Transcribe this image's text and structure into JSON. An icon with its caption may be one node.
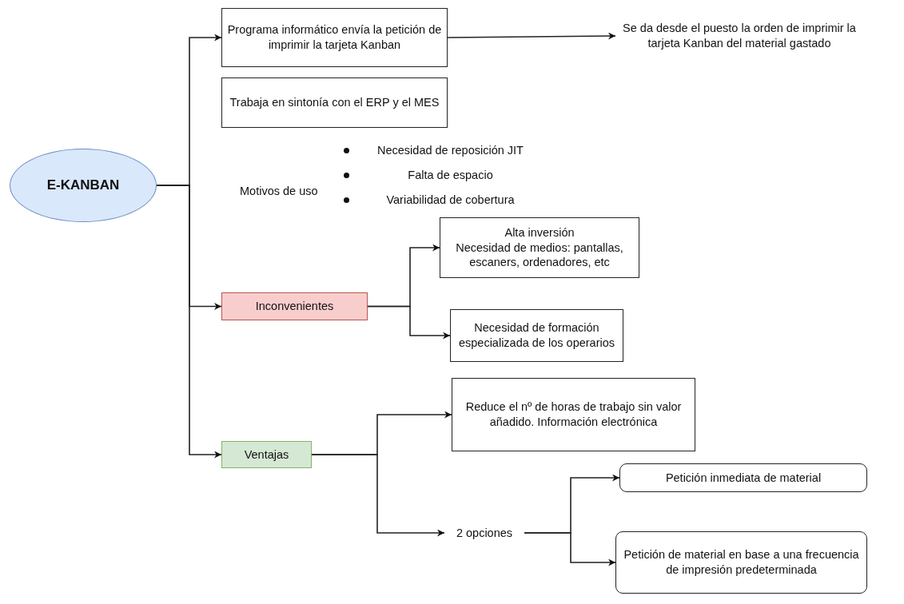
{
  "diagram": {
    "nodes": [
      {
        "text": [
          "E-KANBAN"
        ]
      },
      {
        "text": [
          "Programa informático envía la petición de imprimir la tarjeta Kanban"
        ]
      },
      {
        "text": [
          "Se da desde el puesto la orden de imprimir la tarjeta Kanban del material gastado"
        ]
      },
      {
        "text": [
          "Trabaja en sintonía con el ERP y el MES"
        ]
      },
      {
        "text": [
          "Inconvenientes"
        ]
      },
      {
        "text": [
          "Alta inversión",
          "Necesidad de medios: pantallas, escaners, ordenadores, etc"
        ]
      },
      {
        "text": [
          "Necesidad de formación especializada de los operarios"
        ]
      },
      {
        "text": [
          "Ventajas"
        ]
      },
      {
        "text": [
          "Reduce el nº de horas de trabajo sin valor añadido. Información electrónica"
        ]
      },
      {
        "text": [
          "2 opciones"
        ]
      },
      {
        "text": [
          "Petición inmediata de material"
        ]
      },
      {
        "text": [
          "Petición de material en base a una frecuencia de impresión predeterminada"
        ]
      }
    ],
    "edges": [
      {
        "from": 0,
        "to": 1,
        "arrow": "to"
      },
      {
        "from": 0,
        "to": 4,
        "arrow": "to"
      },
      {
        "from": 0,
        "to": 7,
        "arrow": "to"
      },
      {
        "from": 1,
        "to": 2,
        "arrow": "to"
      },
      {
        "from": 4,
        "to": 5,
        "arrow": "to"
      },
      {
        "from": 4,
        "to": 6,
        "arrow": "to"
      },
      {
        "from": 7,
        "to": 8,
        "arrow": "to"
      },
      {
        "from": 7,
        "to": 9,
        "arrow": "to"
      },
      {
        "from": 9,
        "to": 10,
        "arrow": "to"
      },
      {
        "from": 9,
        "to": 11,
        "arrow": "to"
      }
    ],
    "labels": [
      "Motivos de uso",
      "Necesidad de reposición JIT",
      "Falta de espacio",
      "Variabilidad de cobertura"
    ]
  }
}
